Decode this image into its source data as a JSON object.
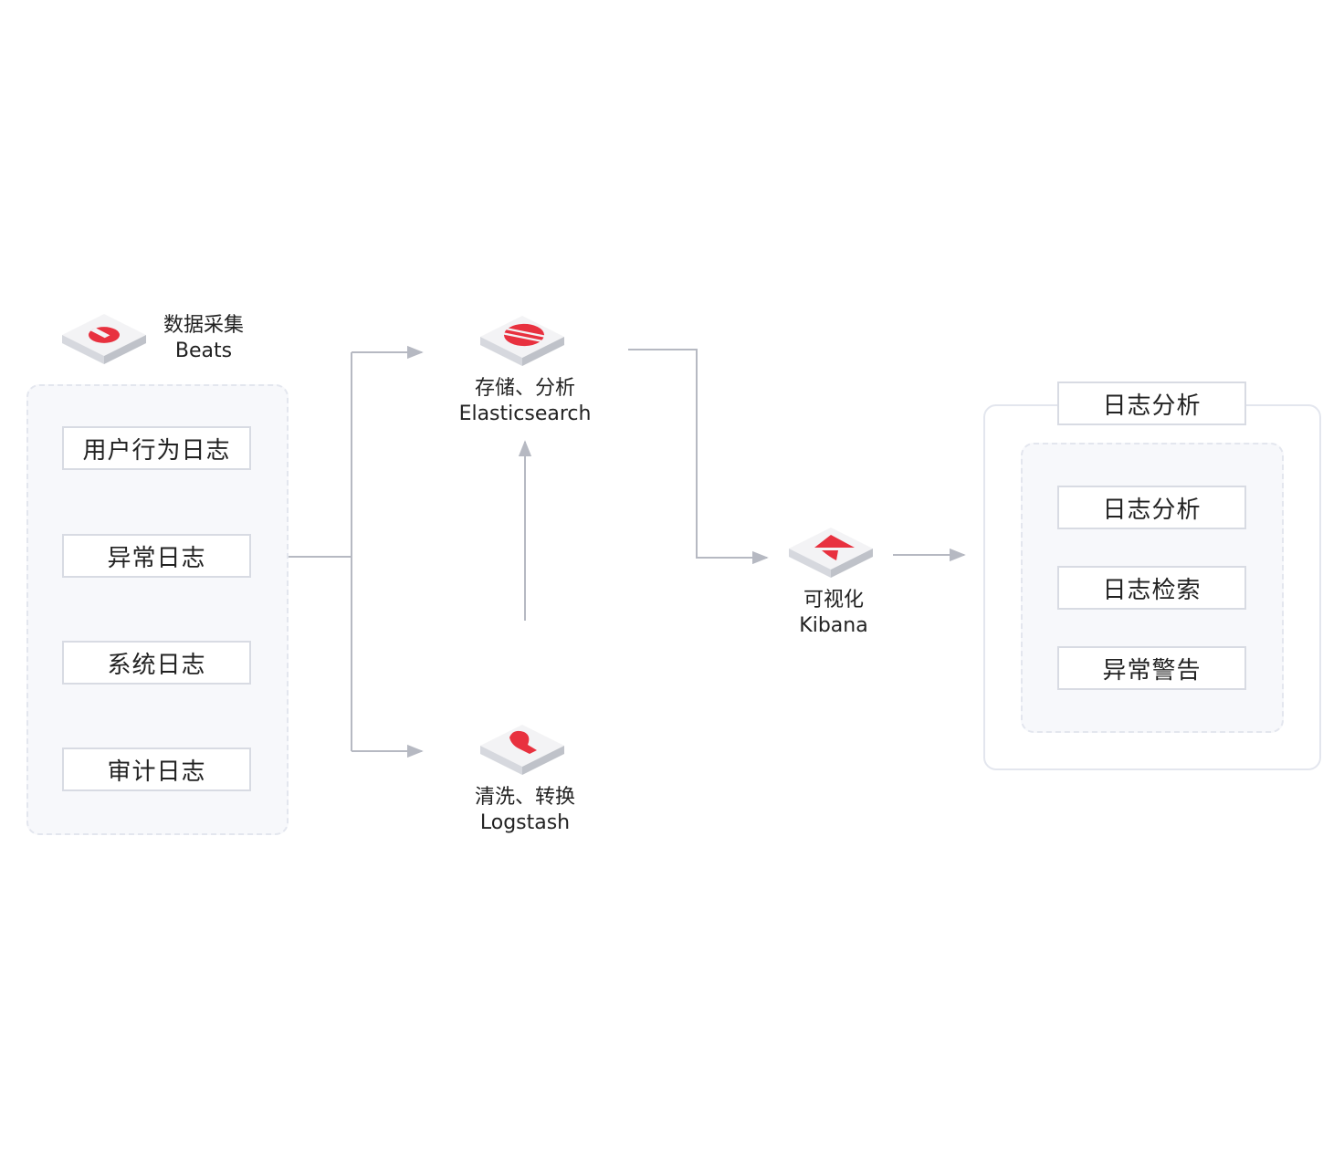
{
  "nodes": {
    "beats": {
      "title": "数据采集",
      "product": "Beats"
    },
    "elasticsearch": {
      "title": "存储、分析",
      "product": "Elasticsearch"
    },
    "logstash": {
      "title": "清洗、转换",
      "product": "Logstash"
    },
    "kibana": {
      "title": "可视化",
      "product": "Kibana"
    }
  },
  "sources": {
    "items": [
      {
        "label": "用户行为日志"
      },
      {
        "label": "异常日志"
      },
      {
        "label": "系统日志"
      },
      {
        "label": "审计日志"
      }
    ]
  },
  "output": {
    "title": "日志分析",
    "items": [
      {
        "label": "日志分析"
      },
      {
        "label": "日志检索"
      },
      {
        "label": "异常警告"
      }
    ]
  },
  "colors": {
    "brand": "#e8313f",
    "tile_top": "#f3f3f5",
    "tile_side": "#c9ccd3",
    "line": "#b6b9c2"
  },
  "icons": {
    "beats": "beats-logo-icon",
    "elasticsearch": "elasticsearch-logo-icon",
    "logstash": "logstash-logo-icon",
    "kibana": "kibana-logo-icon"
  }
}
